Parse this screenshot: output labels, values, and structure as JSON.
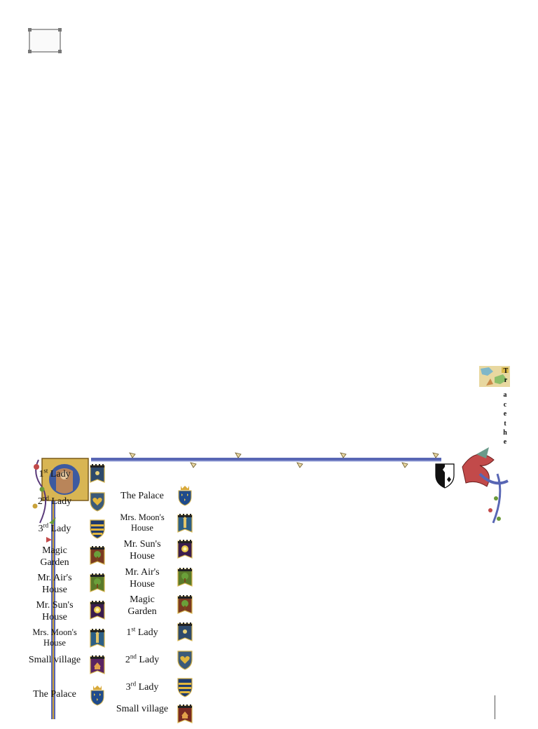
{
  "page_frame": {
    "icon": "picture-frame-icon"
  },
  "side_text": {
    "chars": [
      "T",
      "r",
      "a",
      "c",
      "e",
      "t",
      "h",
      "e"
    ]
  },
  "left_column": [
    {
      "line1": "1",
      "sup": "st",
      "line2": "Lady",
      "icon": "dot-shield-icon",
      "color": "#2e4a6b"
    },
    {
      "line1": "2",
      "sup": "nd",
      "line2": "Lady",
      "icon": "heart-shield-icon",
      "color": "#3c5a78"
    },
    {
      "line1": "3",
      "sup": "rd",
      "line2": "Lady",
      "icon": "stripes-shield-icon",
      "color": "#1f3b6e"
    },
    {
      "text": "Magic Garden",
      "icon": "tree-banner-icon",
      "color": "#7a3a22"
    },
    {
      "text": "Mr. Air's House",
      "icon": "tree-banner-icon",
      "color": "#5a7a2a"
    },
    {
      "text": "Mr. Sun's House",
      "icon": "sun-banner-icon",
      "color": "#3b1d4e"
    },
    {
      "text": "Mrs. Moon's House",
      "icon": "tower-banner-icon",
      "color": "#2c5f86"
    },
    {
      "text": "Small village",
      "icon": "house-banner-icon",
      "color": "#5a2462"
    },
    {
      "text": "The Palace",
      "icon": "crown-shield-icon",
      "color": "#1f4b8c"
    }
  ],
  "right_column": [
    {
      "text": "The Palace",
      "icon": "crown-shield-icon",
      "color": "#1f4b8c"
    },
    {
      "text": "Mrs. Moon's House",
      "icon": "tower-banner-icon",
      "color": "#2c5f86"
    },
    {
      "text": "Mr. Sun's House",
      "icon": "sun-banner-icon",
      "color": "#3b1d4e"
    },
    {
      "text": "Mr. Air's House",
      "icon": "tree-banner-icon",
      "color": "#5a7a2a"
    },
    {
      "text": "Magic Garden",
      "icon": "tree-banner-icon",
      "color": "#7a3a22"
    },
    {
      "line1": "1",
      "sup": "st",
      "line2": "Lady",
      "icon": "dot-shield-icon",
      "color": "#2e4a6b"
    },
    {
      "line1": "2",
      "sup": "nd",
      "line2": "Lady",
      "icon": "heart-shield-icon",
      "color": "#3c5a78"
    },
    {
      "line1": "3",
      "sup": "rd",
      "line2": "Lady",
      "icon": "stripes-shield-icon",
      "color": "#1f3b6e"
    },
    {
      "text": "Small village",
      "icon": "house-banner-icon",
      "color": "#7a2a22"
    }
  ],
  "colors": {
    "border_blue": "#5866b4",
    "gold": "#c9a23a",
    "dragon_red": "#c24a4a"
  }
}
